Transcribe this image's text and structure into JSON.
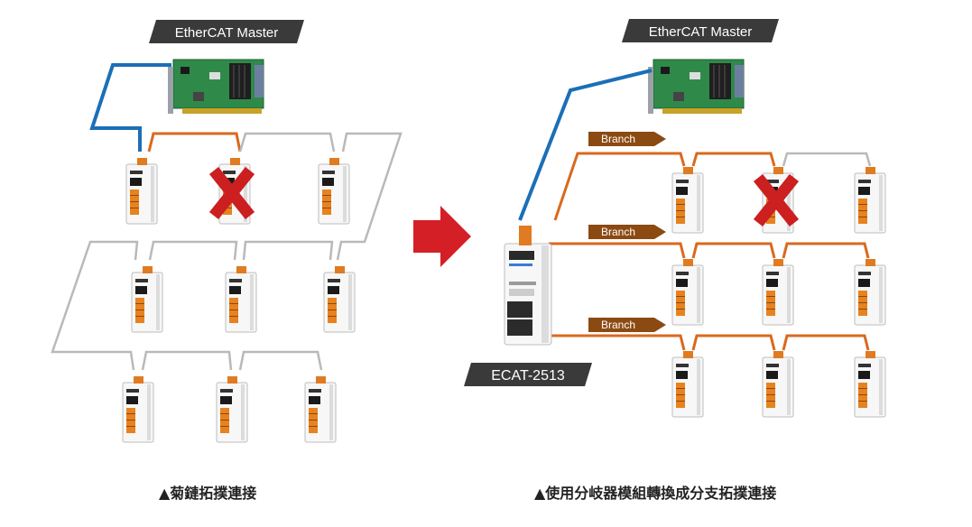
{
  "left": {
    "master_label": "EtherCAT Master",
    "caption": "▲菊鏈拓撲連接"
  },
  "right": {
    "master_label": "EtherCAT Master",
    "branch_labels": [
      "Branch",
      "Branch",
      "Branch"
    ],
    "gateway_label": "ECAT-2513",
    "caption": "▲使用分岐器模組轉換成分支拓撲連接"
  },
  "colors": {
    "blue_cable": "#1b6fb6",
    "orange_cable": "#d9691f",
    "gray_cable": "#b9b9b9",
    "label_bg": "#3a3a3a",
    "branch_bg": "#8b4a12",
    "fault_x": "#cc1f1f",
    "arrow": "#d51f26",
    "pcb": "#2f8a4a"
  },
  "icons": [
    "ethercat-master-card-icon",
    "io-module-icon",
    "fault-x-icon",
    "ecat-2513-gateway-icon",
    "right-arrow-icon"
  ]
}
